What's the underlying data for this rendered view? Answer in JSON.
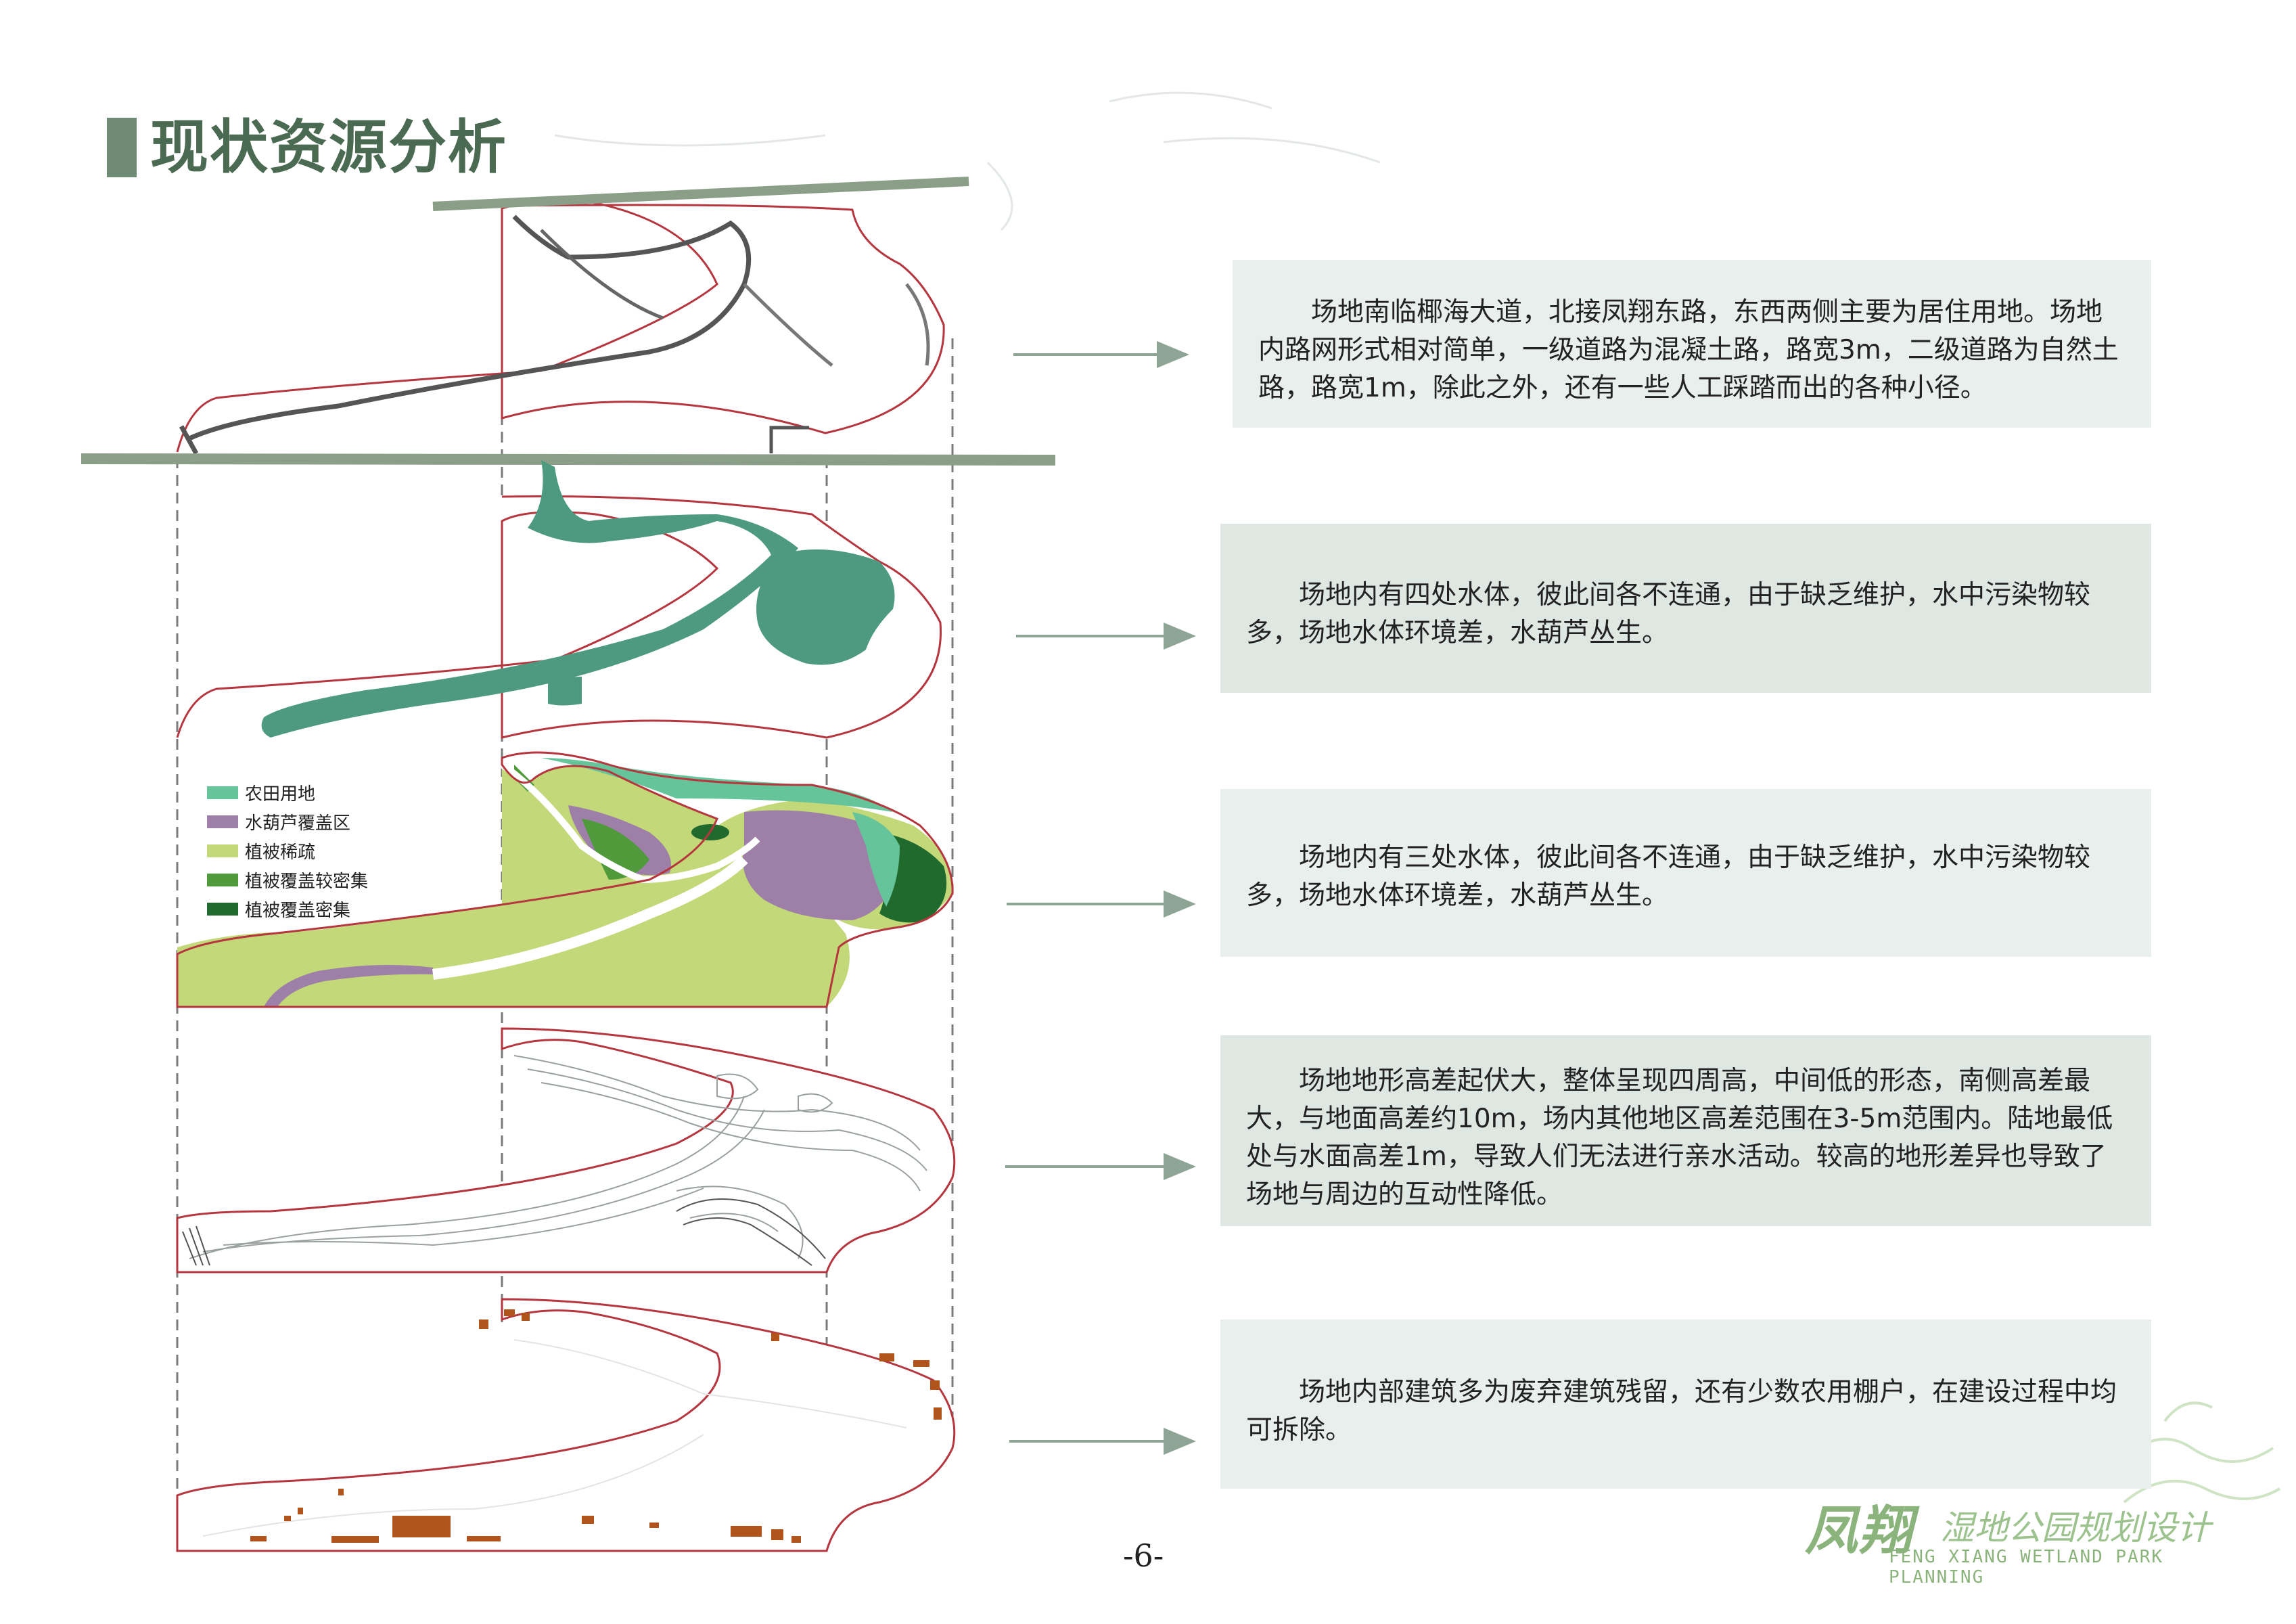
{
  "page_title": "现状资源分析",
  "notes": [
    "场地南临椰海大道，北接凤翔东路，东西两侧主要为居住用地。场地内路网形式相对简单，一级道路为混凝土路，路宽3m，二级道路为自然土路，路宽1m，除此之外，还有一些人工踩踏而出的各种小径。",
    "场地内有四处水体，彼此间各不连通，由于缺乏维护，水中污染物较多，场地水体环境差，水葫芦丛生。",
    "场地内有三处水体，彼此间各不连通，由于缺乏维护，水中污染物较多，场地水体环境差，水葫芦丛生。",
    "场地地形高差起伏大，整体呈现四周高，中间低的形态，南侧高差最大，与地面高差约10m，场内其他地区高差范围在3-5m范围内。陆地最低处与水面高差1m，导致人们无法进行亲水活动。较高的地形差异也导致了场地与周边的互动性降低。",
    "场地内部建筑多为废弃建筑残留，还有少数农用棚户，在建设过程中均可拆除。"
  ],
  "legend": [
    {
      "label": "农田用地",
      "color": "#66c49a"
    },
    {
      "label": "水葫芦覆盖区",
      "color": "#9d7fa7"
    },
    {
      "label": "植被稀疏",
      "color": "#c3d878"
    },
    {
      "label": "植被覆盖较密集",
      "color": "#4f9a3a"
    },
    {
      "label": "植被覆盖密集",
      "color": "#216a2e"
    }
  ],
  "colors": {
    "road": "#8a9e88",
    "outline": "#b5363e",
    "water": "#4e9a80",
    "building": "#b0541c",
    "arrow": "#8ea596",
    "title": "#4b6a52"
  },
  "page_number": "-6-",
  "brand": {
    "name_cn": "凤翔",
    "subtitle_cn": "湿地公园规划设计",
    "name_en": "FENG XIANG WETLAND PARK PLANNING"
  }
}
